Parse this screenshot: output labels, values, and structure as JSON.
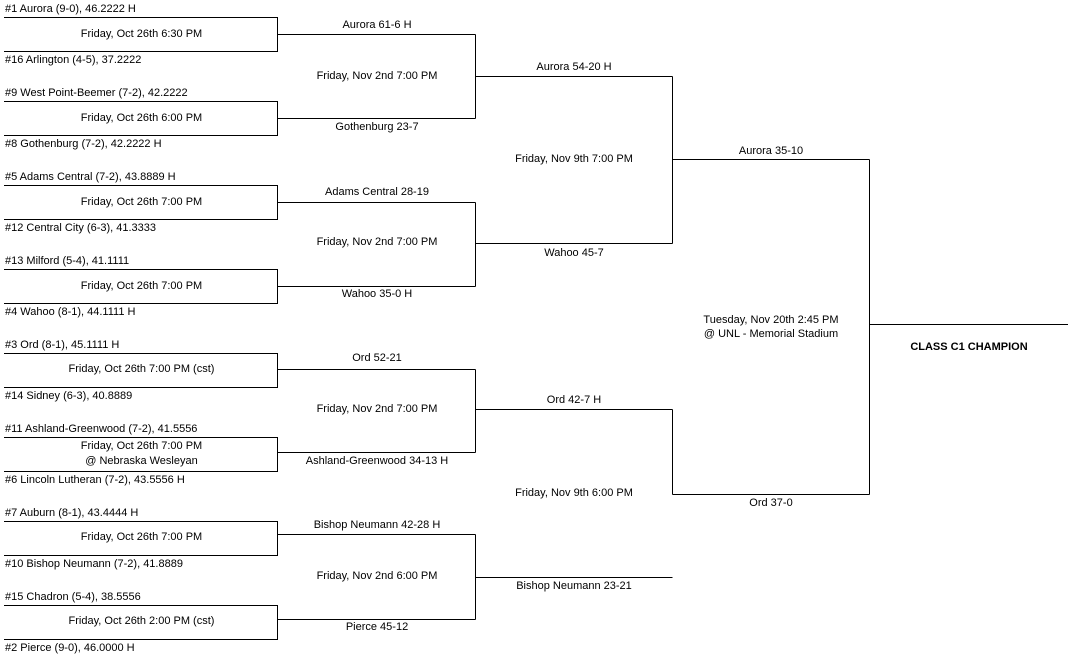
{
  "teams": {
    "t1": "#1 Aurora (9-0), 46.2222 H",
    "t16": "#16 Arlington (4-5), 37.2222",
    "t9": "#9 West Point-Beemer (7-2), 42.2222",
    "t8": "#8 Gothenburg (7-2), 42.2222 H",
    "t5": "#5 Adams Central (7-2), 43.8889 H",
    "t12": "#12 Central City (6-3), 41.3333",
    "t13": "#13 Milford (5-4), 41.1111",
    "t4": "#4 Wahoo (8-1), 44.1111 H",
    "t3": "#3 Ord (8-1), 45.1111 H",
    "t14": "#14 Sidney (6-3), 40.8889",
    "t11": "#11 Ashland-Greenwood (7-2), 41.5556",
    "t6": "#6 Lincoln Lutheran (7-2), 43.5556 H",
    "t7": "#7 Auburn (8-1), 43.4444 H",
    "t10": "#10 Bishop Neumann (7-2), 41.8889",
    "t15": "#15 Chadron (5-4), 38.5556",
    "t2": "#2 Pierce (9-0), 46.0000 H"
  },
  "round1": {
    "g1": "Friday, Oct 26th 6:30 PM",
    "g2": "Friday, Oct 26th 6:00 PM",
    "g3": "Friday, Oct 26th 7:00 PM",
    "g4": "Friday, Oct 26th 7:00 PM",
    "g5": "Friday, Oct 26th 7:00 PM (cst)",
    "g6_line1": "Friday, Oct 26th 7:00 PM",
    "g6_line2": "@ Nebraska Wesleyan",
    "g7": "Friday, Oct 26th 7:00 PM",
    "g8": "Friday, Oct 26th 2:00 PM (cst)"
  },
  "round2": {
    "w1": "Aurora 61-6 H",
    "w2": "Gothenburg 23-7",
    "w3": "Adams Central 28-19",
    "w4": "Wahoo 35-0 H",
    "w5": "Ord 52-21",
    "w6": "Ashland-Greenwood 34-13 H",
    "w7": "Bishop Neumann 42-28 H",
    "w8": "Pierce 45-12",
    "d1": "Friday, Nov 2nd 7:00 PM",
    "d2": "Friday, Nov 2nd 7:00 PM",
    "d3": "Friday, Nov 2nd 7:00 PM",
    "d4": "Friday, Nov 2nd 6:00 PM"
  },
  "semis": {
    "w1": "Aurora 54-20 H",
    "w2": "Wahoo 45-7",
    "w3": "Ord 42-7 H",
    "w4": "Bishop Neumann 23-21",
    "d1": "Friday, Nov 9th 7:00 PM",
    "d2": "Friday, Nov 9th 6:00 PM"
  },
  "finals": {
    "w1": "Aurora 35-10",
    "w2": "Ord 37-0",
    "date": "Tuesday, Nov 20th 2:45 PM",
    "venue": "@ UNL - Memorial Stadium"
  },
  "champion_label": "CLASS C1 CHAMPION"
}
